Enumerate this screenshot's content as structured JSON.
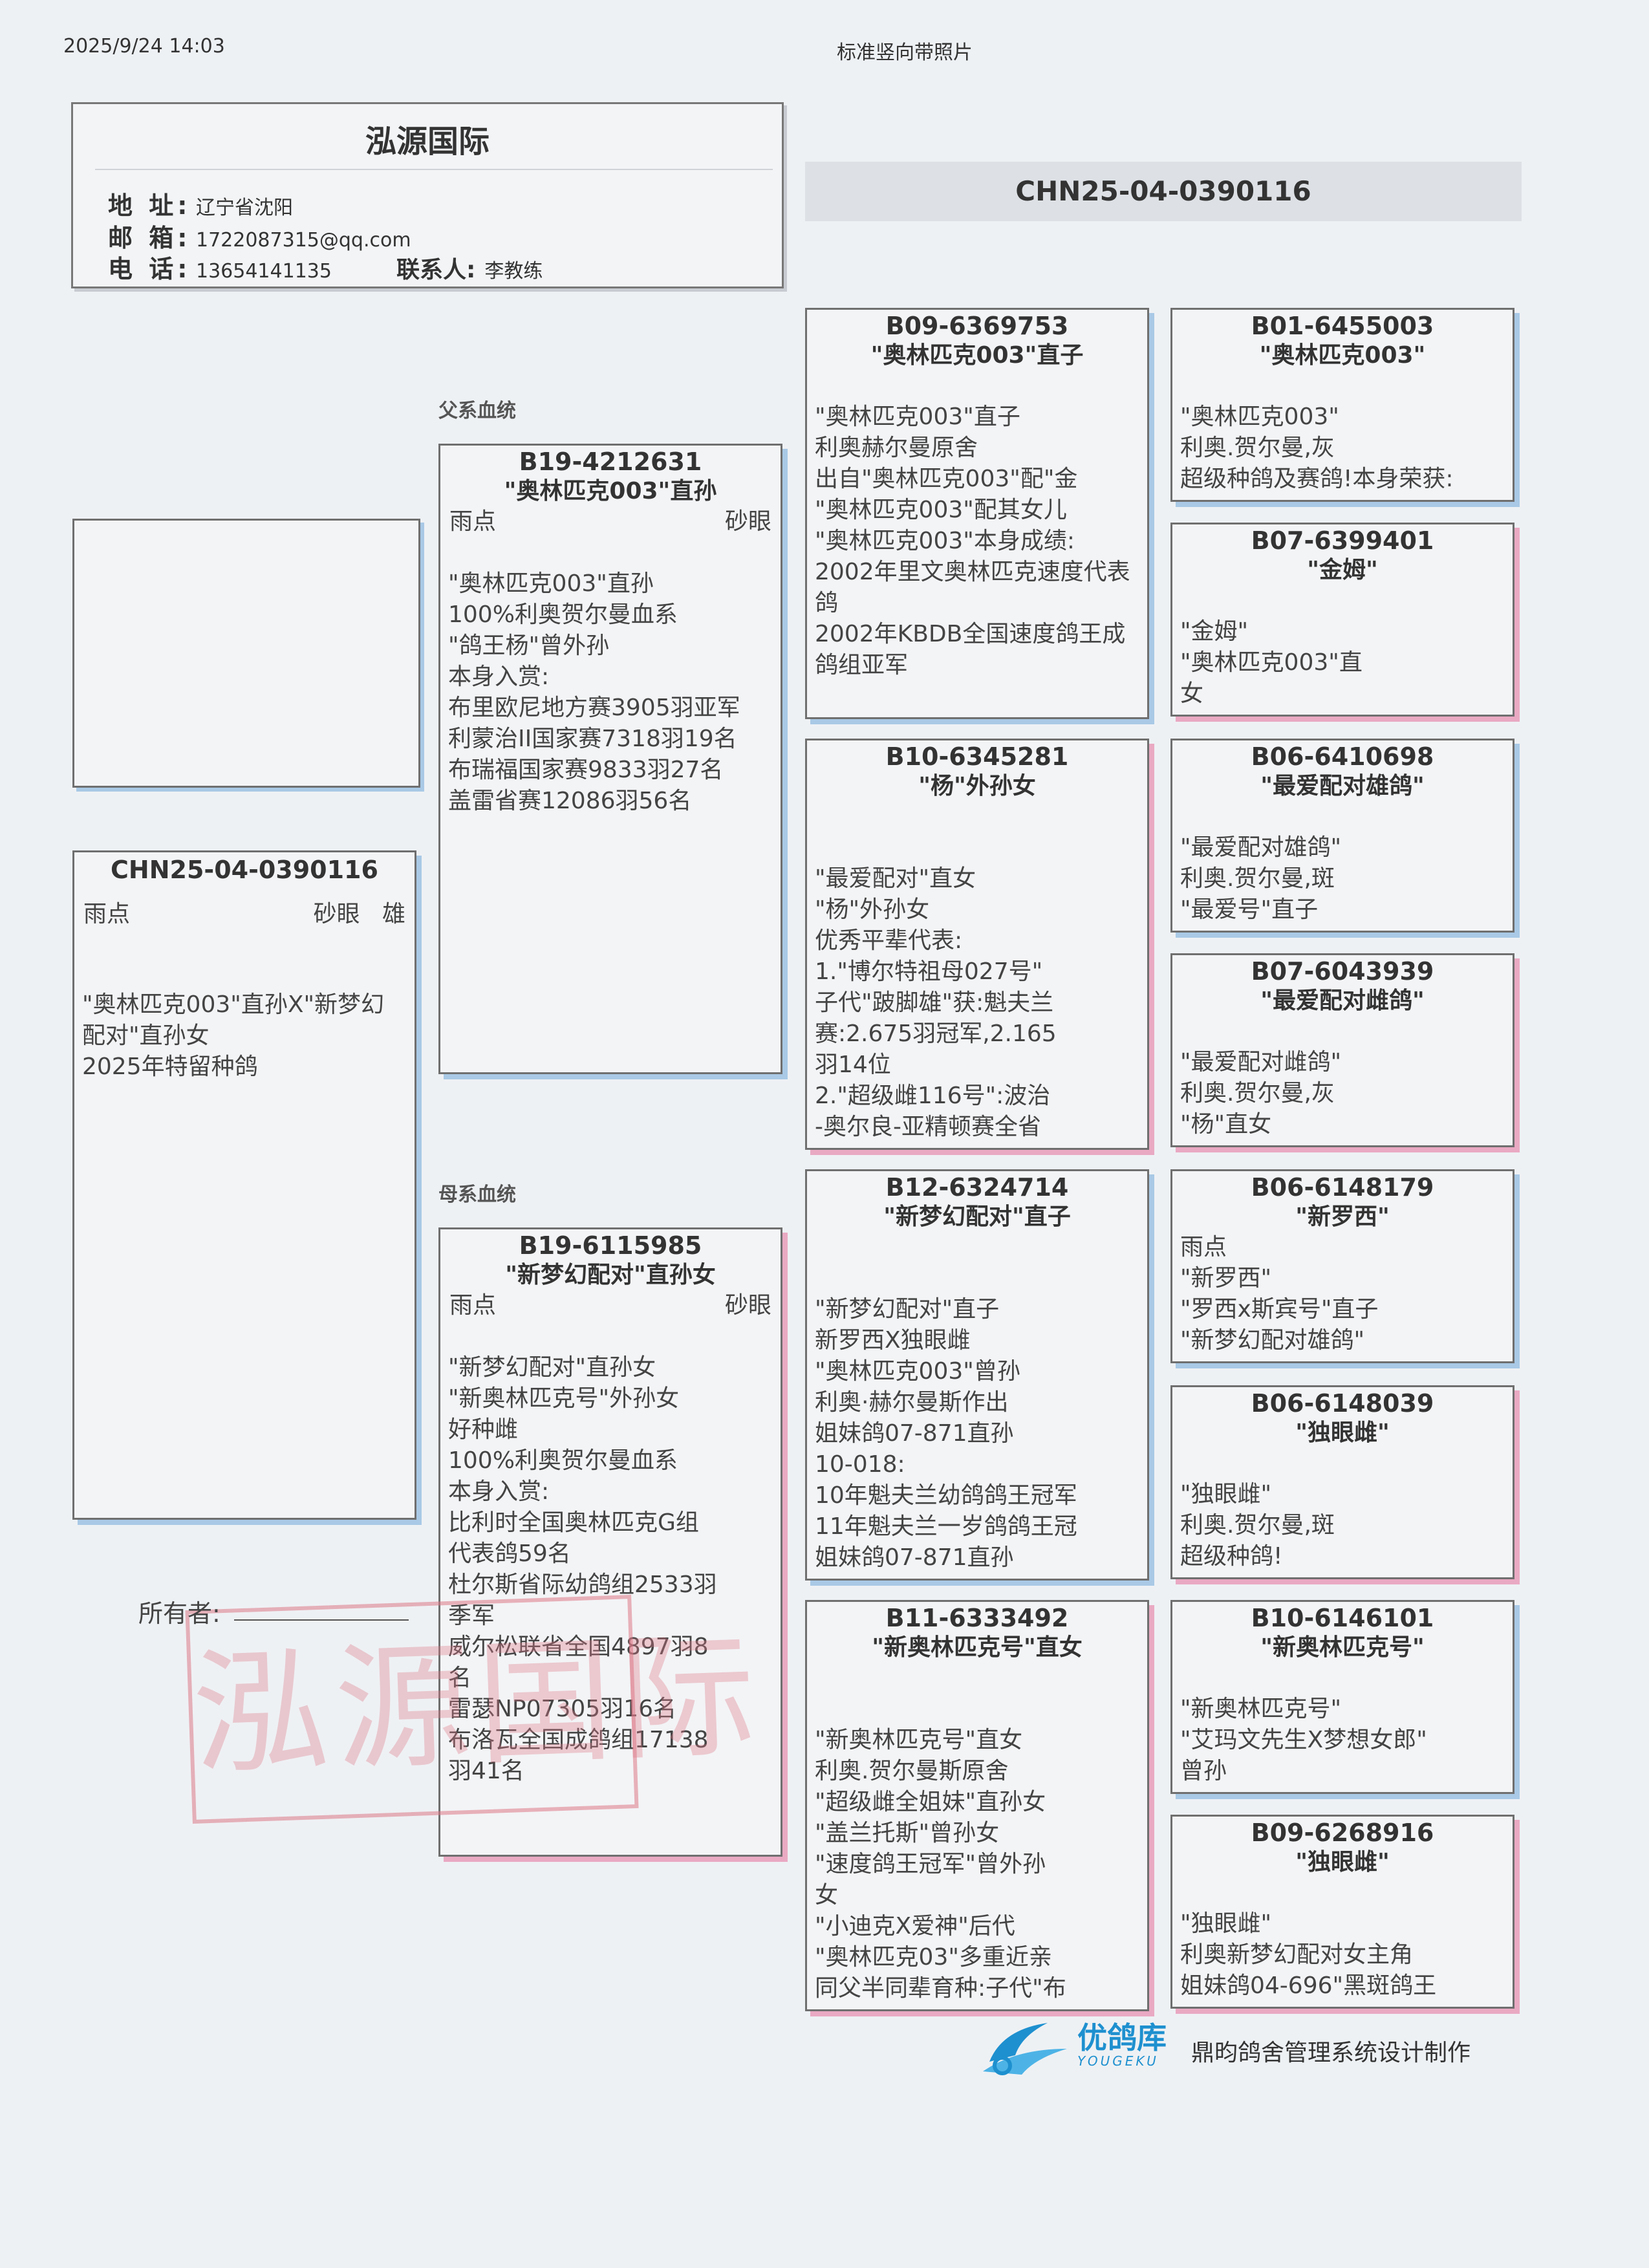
{
  "header": {
    "datetime": "2025/9/24 14:03",
    "template_name": "标准竖向带照片"
  },
  "club": {
    "name": "泓源国际",
    "address_label": "地 址:",
    "address": "辽宁省沈阳",
    "email_label": "邮 箱:",
    "email": "1722087315@qq.com",
    "phone_label": "电 话:",
    "phone": "13654141135",
    "contact_label": "联系人:",
    "contact": "李教练"
  },
  "bird_ring_banner": "CHN25-04-0390116",
  "sections": {
    "sire_line": "父系血统",
    "dam_line": "母系血统"
  },
  "subject": {
    "ring": "CHN25-04-0390116",
    "color": "雨点",
    "eye": "砂眼",
    "sex": "雄",
    "notes": "\n\"奥林匹克003\"直孙X\"新梦幻配对\"直孙女\n2025年特留种鸽"
  },
  "sire": {
    "ring": "B19-4212631",
    "name": "\"奥林匹克003\"直孙",
    "color": "雨点",
    "eye": "砂眼",
    "notes": "\n\"奥林匹克003\"直孙\n100%利奥贺尔曼血系\n\"鸽王杨\"曾外孙\n本身入赏:\n布里欧尼地方赛3905羽亚军\n利蒙治II国家赛7318羽19名\n布瑞福国家赛9833羽27名\n盖雷省赛12086羽56名"
  },
  "dam": {
    "ring": "B19-6115985",
    "name": "\"新梦幻配对\"直孙女",
    "color": "雨点",
    "eye": "砂眼",
    "notes": "\n\"新梦幻配对\"直孙女\n\"新奥林匹克号\"外孙女\n好种雌\n100%利奥贺尔曼血系\n本身入赏:\n比利时全国奥林匹克G组\n代表鸽59名\n杜尔斯省际幼鸽组2533羽\n季军\n威尔松联省全国4897羽8\n名\n雷瑟NP07305羽16名\n布洛瓦全国成鸽组17138\n羽41名"
  },
  "grandparents": [
    {
      "ring": "B09-6369753",
      "name": "\"奥林匹克003\"直子",
      "notes": "\n\"奥林匹克003\"直子\n利奥赫尔曼原舍\n出自\"奥林匹克003\"配\"金\n\"奥林匹克003\"配其女儿\n\"奥林匹克003\"本身成绩:\n2002年里文奥林匹克速度代表\n鸽\n2002年KBDB全国速度鸽王成\n鸽组亚军"
    },
    {
      "ring": "B10-6345281",
      "name": "\"杨\"外孙女",
      "notes": "\n\n\"最爱配对\"直女\n\"杨\"外孙女\n优秀平辈代表:\n1.\"博尔特祖母027号\"\n子代\"跛脚雄\"获:魁夫兰\n赛:2.675羽冠军,2.165\n羽14位\n2.\"超级雌116号\":波治\n-奥尔良-亚精顿赛全省"
    },
    {
      "ring": "B12-6324714",
      "name": "\"新梦幻配对\"直子",
      "notes": "\n\n\"新梦幻配对\"直子\n新罗西X独眼雌\n\"奥林匹克003\"曾孙\n利奥·赫尔曼斯作出\n姐妹鸽07-871直孙\n10-018:\n10年魁夫兰幼鸽鸽王冠军\n11年魁夫兰一岁鸽鸽王冠\n姐妹鸽07-871直孙"
    },
    {
      "ring": "B11-6333492",
      "name": "\"新奥林匹克号\"直女",
      "notes": "\n\n\"新奥林匹克号\"直女\n利奥.贺尔曼斯原舍\n\"超级雌全姐妹\"直孙女\n\"盖兰托斯\"曾孙女\n\"速度鸽王冠军\"曾外孙\n女\n\"小迪克X爱神\"后代\n\"奥林匹克03\"多重近亲\n同父半同辈育种:子代\"布"
    }
  ],
  "great_grandparents": [
    {
      "ring": "B01-6455003",
      "name": "\"奥林匹克003\"",
      "notes": "\n\"奥林匹克003\"\n利奥.贺尔曼,灰\n超级种鸽及赛鸽!本身荣获:"
    },
    {
      "ring": "B07-6399401",
      "name": "\"金姆\"",
      "notes": "\n\"金姆\"\n\"奥林匹克003\"直\n女"
    },
    {
      "ring": "B06-6410698",
      "name": "\"最爱配对雄鸽\"",
      "notes": "\n\"最爱配对雄鸽\"\n利奥.贺尔曼,斑\n\"最爱号\"直子"
    },
    {
      "ring": "B07-6043939",
      "name": "\"最爱配对雌鸽\"",
      "notes": "\n\"最爱配对雌鸽\"\n利奥.贺尔曼,灰\n\"杨\"直女"
    },
    {
      "ring": "B06-6148179",
      "name": "\"新罗西\"",
      "notes": "雨点\n\"新罗西\"\n\"罗西x斯宾号\"直子\n\"新梦幻配对雄鸽\""
    },
    {
      "ring": "B06-6148039",
      "name": "\"独眼雌\"",
      "notes": "\n\"独眼雌\"\n利奥.贺尔曼,斑\n超级种鸽!"
    },
    {
      "ring": "B10-6146101",
      "name": "\"新奥林匹克号\"",
      "notes": "\n\"新奥林匹克号\"\n\"艾玛文先生X梦想女郎\"\n曾孙"
    },
    {
      "ring": "B09-6268916",
      "name": "\"独眼雌\"",
      "notes": "\n\"独眼雌\"\n利奥新梦幻配对女主角\n姐妹鸽04-696\"黑斑鸽王"
    }
  ],
  "owner": {
    "label": "所有者:"
  },
  "stamp_text": "泓源国际",
  "footer": {
    "logo_cn": "优鸽库",
    "logo_en": "YOUGEKU",
    "credit": "鼎昀鸽舍管理系统设计制作"
  },
  "colors": {
    "sire_accent": "#a9c9e6",
    "dam_accent": "#e9a9c2",
    "logo_blue": "#1e90cf",
    "stamp_red": "#dc7887"
  }
}
